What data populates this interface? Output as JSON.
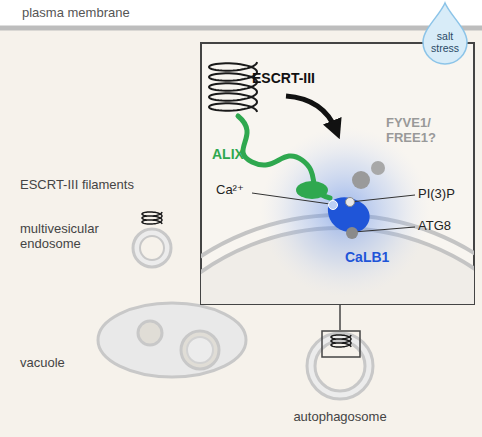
{
  "diagram": {
    "nodes": [
      {
        "text": [
          "salt stress"
        ]
      },
      {
        "text": [
          "autophagosome"
        ]
      }
    ],
    "labels": [
      "plasma membrane",
      "ESCRT-III filaments",
      "multivesicular endosome",
      "vacuole",
      "ESCRT-III",
      "ALIX",
      "Ca²⁺",
      "FYVE1/ FREE1?",
      "PI(3)P",
      "ATG8",
      "CaLB1"
    ]
  }
}
